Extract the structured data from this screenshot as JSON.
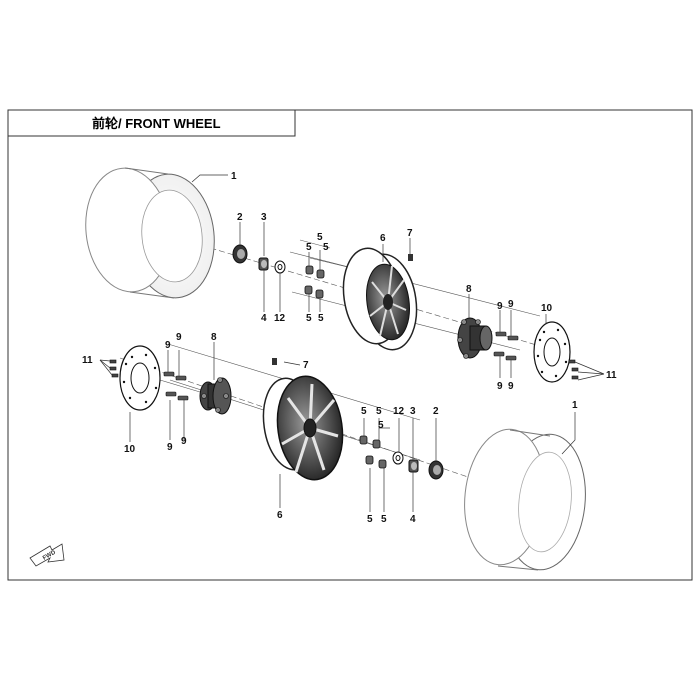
{
  "title": "前轮/ FRONT WHEEL",
  "fwd_label": "FWD",
  "callouts": {
    "c1a": "1",
    "c1b": "1",
    "c2a": "2",
    "c2b": "2",
    "c3a": "3",
    "c3b": "3",
    "c4a": "4",
    "c4b": "4",
    "c5a": "5",
    "c5b": "5",
    "c5c": "5",
    "c5d": "5",
    "c5e": "5",
    "c5f": "5",
    "c5g": "5",
    "c5h": "5",
    "c6a": "6",
    "c6b": "6",
    "c7a": "7",
    "c7b": "7",
    "c8a": "8",
    "c8b": "8",
    "c9a": "9",
    "c9b": "9",
    "c9c": "9",
    "c9d": "9",
    "c9e": "9",
    "c9f": "9",
    "c9g": "9",
    "c9h": "9",
    "c10a": "10",
    "c10b": "10",
    "c11a": "11",
    "c11b": "11",
    "c12a": "12",
    "c12b": "12"
  }
}
